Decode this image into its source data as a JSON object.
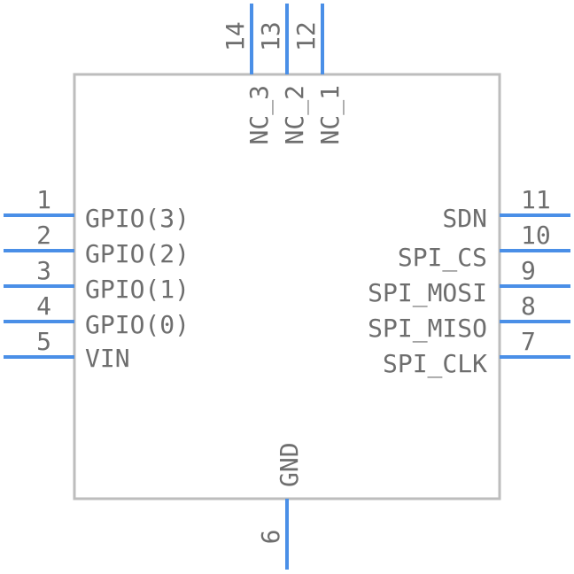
{
  "component": {
    "left_pins": [
      {
        "number": "1",
        "name": "GPIO(3)"
      },
      {
        "number": "2",
        "name": "GPIO(2)"
      },
      {
        "number": "3",
        "name": "GPIO(1)"
      },
      {
        "number": "4",
        "name": "GPIO(0)"
      },
      {
        "number": "5",
        "name": "VIN"
      }
    ],
    "right_pins": [
      {
        "number": "11",
        "name": "SDN"
      },
      {
        "number": "10",
        "name": "SPI_CS"
      },
      {
        "number": "9",
        "name": "SPI_MOSI"
      },
      {
        "number": "8",
        "name": "SPI_MISO"
      },
      {
        "number": "7",
        "name": "SPI_CLK"
      }
    ],
    "top_pins": [
      {
        "number": "14",
        "name": "NC_3"
      },
      {
        "number": "13",
        "name": "NC_2"
      },
      {
        "number": "12",
        "name": "NC_1"
      }
    ],
    "bottom_pins": [
      {
        "number": "6",
        "name": "GND"
      }
    ]
  },
  "colors": {
    "pin": "#4a8fe7",
    "body_outline": "#bdbdbd",
    "text": "#6e6e6e"
  }
}
